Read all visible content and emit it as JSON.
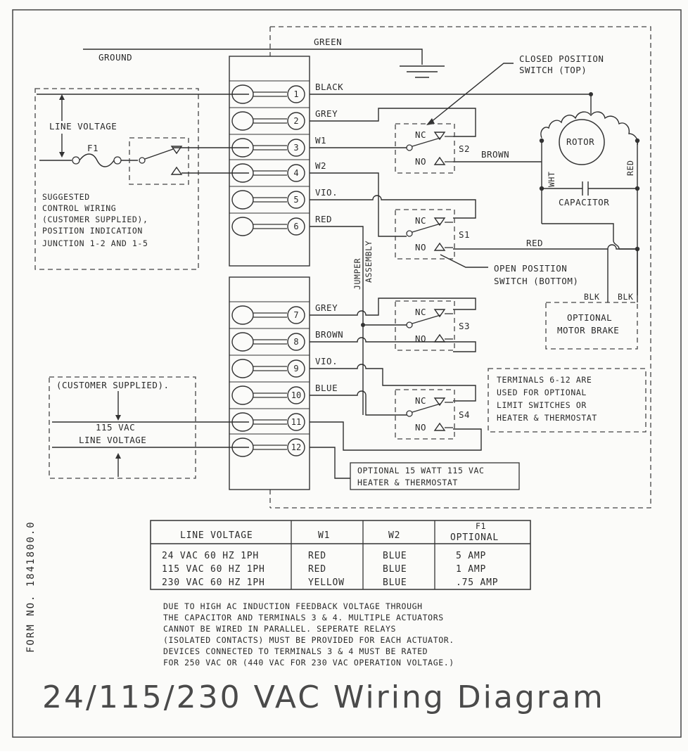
{
  "wires": {
    "green": "GREEN",
    "ground": "GROUND",
    "brown": "BROWN",
    "red": "RED",
    "blk_left": "BLK",
    "blk_right": "BLK",
    "wht": "WHT",
    "red_vertical": "RED"
  },
  "terminals": [
    {
      "num": "1",
      "wire": "BLACK"
    },
    {
      "num": "2",
      "wire": "GREY"
    },
    {
      "num": "3",
      "wire": "W1"
    },
    {
      "num": "4",
      "wire": "W2"
    },
    {
      "num": "5",
      "wire": "VIO."
    },
    {
      "num": "6",
      "wire": "RED"
    },
    {
      "num": "7",
      "wire": "GREY"
    },
    {
      "num": "8",
      "wire": "BROWN"
    },
    {
      "num": "9",
      "wire": "VIO."
    },
    {
      "num": "10",
      "wire": "BLUE"
    },
    {
      "num": "11",
      "wire": ""
    },
    {
      "num": "12",
      "wire": ""
    }
  ],
  "callouts": {
    "closed_switch": [
      "CLOSED POSITION",
      "SWITCH (TOP)"
    ],
    "open_switch": [
      "OPEN POSITION",
      "SWITCH (BOTTOM)"
    ],
    "rotor": "ROTOR",
    "capacitor": "CAPACITOR",
    "motor_brake": [
      "OPTIONAL",
      "MOTOR BRAKE"
    ],
    "jumper": [
      "JUMPER",
      "ASSEMBLY"
    ],
    "line_voltage": "LINE VOLTAGE",
    "fuse": "F1",
    "control_wiring": [
      "SUGGESTED",
      "CONTROL WIRING",
      "(CUSTOMER SUPPLIED),",
      "POSITION INDICATION",
      "JUNCTION 1-2 AND 1-5"
    ],
    "customer_supplied": "(CUSTOMER SUPPLIED).",
    "vac115": [
      "115 VAC",
      "LINE VOLTAGE"
    ],
    "terminals_note": [
      "TERMINALS 6-12 ARE",
      "USED FOR OPTIONAL",
      "LIMIT SWITCHES OR",
      "HEATER & THERMOSTAT"
    ],
    "heater": [
      "OPTIONAL 15 WATT 115 VAC",
      "HEATER & THERMOSTAT"
    ]
  },
  "switches": [
    {
      "name": "S2",
      "nc": "NC",
      "no": "NO"
    },
    {
      "name": "S1",
      "nc": "NC",
      "no": "NO"
    },
    {
      "name": "S3",
      "nc": "NC",
      "no": "NO"
    },
    {
      "name": "S4",
      "nc": "NC",
      "no": "NO"
    }
  ],
  "table": {
    "headers": [
      "LINE VOLTAGE",
      "W1",
      "W2",
      "F1",
      "OPTIONAL"
    ],
    "rows": [
      [
        "24 VAC 60 HZ 1PH",
        "RED",
        "BLUE",
        "5 AMP"
      ],
      [
        "115 VAC 60 HZ 1PH",
        "RED",
        "BLUE",
        "1 AMP"
      ],
      [
        "230 VAC 60 HZ 1PH",
        "YELLOW",
        "BLUE",
        ".75 AMP"
      ]
    ]
  },
  "note": [
    "DUE TO HIGH AC INDUCTION FEEDBACK VOLTAGE THROUGH",
    "THE CAPACITOR  AND TERMINALS 3 & 4. MULTIPLE ACTUATORS",
    "CANNOT BE WIRED IN PARALLEL.  SEPERATE RELAYS",
    "(ISOLATED CONTACTS) MUST BE PROVIDED FOR EACH ACTUATOR.",
    "DEVICES CONNECTED TO TERMINALS 3 & 4 MUST BE RATED",
    "FOR 250 VAC OR (440 VAC FOR 230 VAC OPERATION VOLTAGE.)"
  ],
  "form_no": "FORM NO. 1841800.0",
  "title": "24/115/230 VAC Wiring Diagram"
}
